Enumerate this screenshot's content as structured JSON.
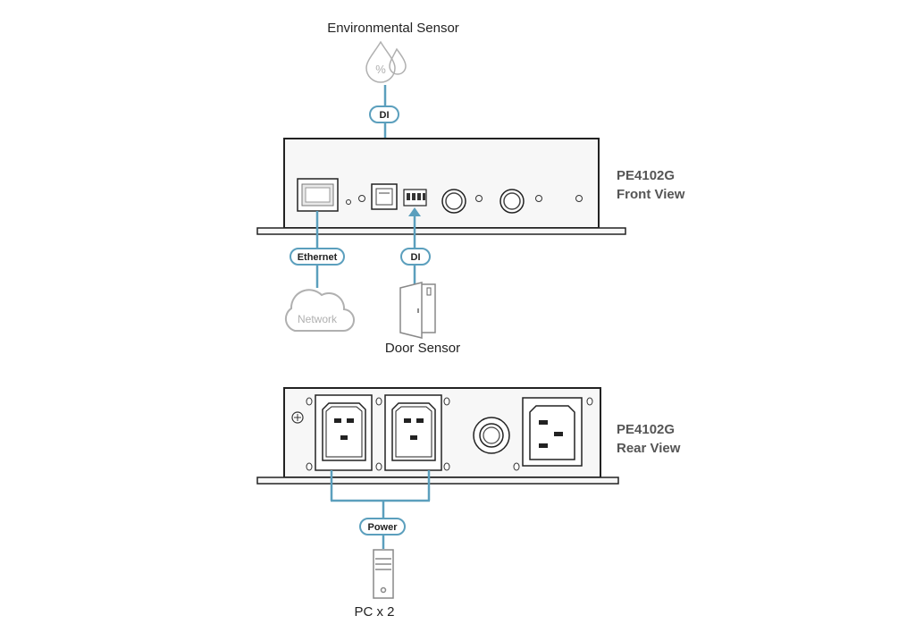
{
  "labels": {
    "environmental_sensor": "Environmental Sensor",
    "door_sensor": "Door Sensor",
    "pc": "PC x 2",
    "network": "Network"
  },
  "front_view": {
    "model": "PE4102G",
    "view": "Front View",
    "pill_top": "DI",
    "pill_ethernet": "Ethernet",
    "pill_di_bottom": "DI"
  },
  "rear_view": {
    "model": "PE4102G",
    "view": "Rear View",
    "pill_power": "Power"
  },
  "colors": {
    "accent": "#5b9fbd",
    "device_fill": "#f7f7f7",
    "outline": "#222222",
    "icon_gray": "#b0b0b0"
  }
}
